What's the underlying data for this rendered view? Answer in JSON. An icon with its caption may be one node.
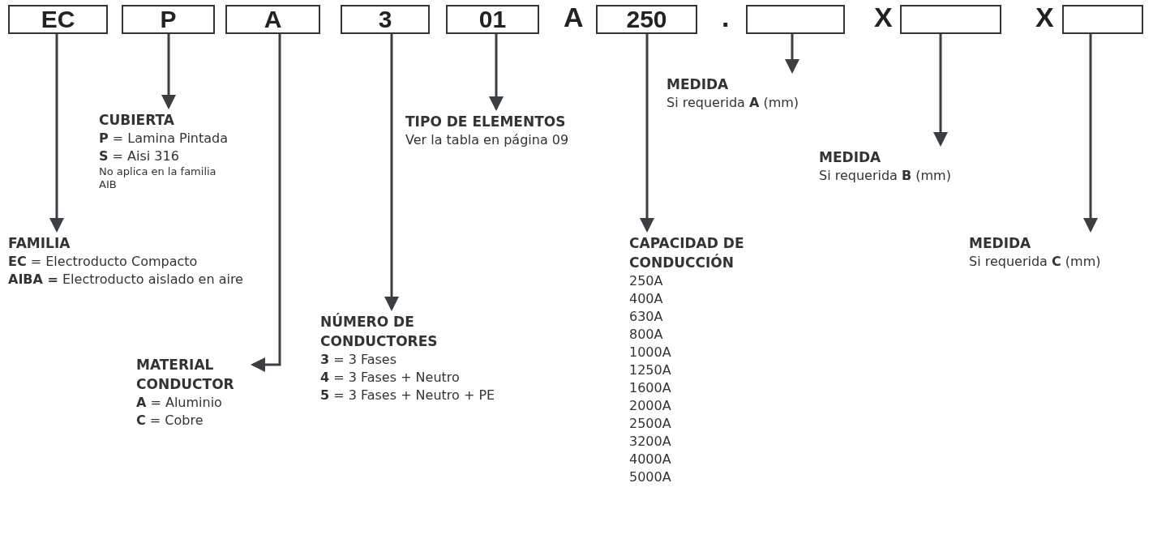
{
  "diagram": {
    "nodes": [
      {
        "text": [
          "EC"
        ]
      },
      {
        "text": [
          "P"
        ]
      },
      {
        "text": [
          "A"
        ]
      },
      {
        "text": [
          "3"
        ]
      },
      {
        "text": [
          "01"
        ]
      },
      {
        "text": [
          "250"
        ]
      },
      {
        "text": [],
        "shape": "box"
      },
      {
        "text": [],
        "shape": "box"
      },
      {
        "text": [],
        "shape": "box"
      },
      {
        "text": [
          "FAMILIA",
          "**EC** = Electroducto Compacto",
          "**AIBA =** Electroducto aislado en aire"
        ]
      },
      {
        "text": [
          "CUBIERTA",
          "**P** = Lamina Pintada",
          "**S** = Aisi 316",
          "No aplica en la familia AIB"
        ]
      },
      {
        "text": [
          "MATERIAL CONDUCTOR",
          "**A** = Aluminio",
          "**C** = Cobre"
        ]
      },
      {
        "text": [
          "NÚMERO DE CONDUCTORES",
          "**3** = 3 Fases",
          "**4** = 3 Fases + Neutro",
          "**5** = 3 Fases + Neutro + PE"
        ]
      },
      {
        "text": [
          "TIPO DE ELEMENTOS",
          "Ver la tabla en página 09"
        ]
      },
      {
        "text": [
          "CAPACIDAD DE CONDUCCIÓN",
          "250A",
          "400A",
          "630A",
          "800A",
          "1000A",
          "1250A",
          "1600A",
          "2000A",
          "2500A",
          "3200A",
          "4000A",
          "5000A"
        ]
      },
      {
        "text": [
          "MEDIDA",
          "Si requerida **A** (mm)"
        ]
      },
      {
        "text": [
          "MEDIDA",
          "Si requerida **B** (mm)"
        ]
      },
      {
        "text": [
          "MEDIDA",
          "Si requerida **C** (mm)"
        ]
      }
    ],
    "edges": [
      {
        "from": 0,
        "to": 9,
        "arrow": "to"
      },
      {
        "from": 1,
        "to": 10,
        "arrow": "to"
      },
      {
        "from": 2,
        "to": 11,
        "arrow": "to"
      },
      {
        "from": 3,
        "to": 12,
        "arrow": "to"
      },
      {
        "from": 4,
        "to": 13,
        "arrow": "to"
      },
      {
        "from": 5,
        "to": 14,
        "arrow": "to"
      },
      {
        "from": 6,
        "to": 15,
        "arrow": "to"
      },
      {
        "from": 7,
        "to": 16,
        "arrow": "to"
      },
      {
        "from": 8,
        "to": 17,
        "arrow": "to"
      }
    ],
    "labels": [
      "A",
      ".",
      "X",
      "X"
    ]
  }
}
